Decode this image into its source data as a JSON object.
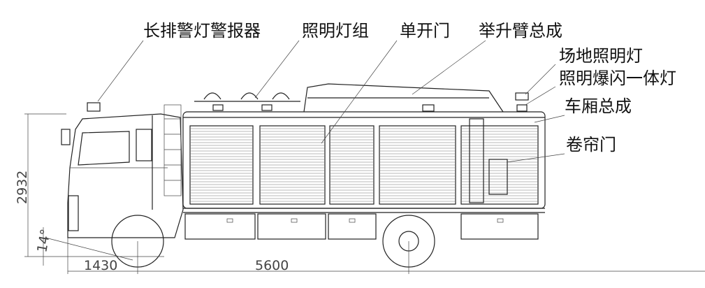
{
  "labels": {
    "warning_light": "长排警灯警报器",
    "light_group": "照明灯组",
    "single_door": "单开门",
    "lift_arm": "举升臂总成",
    "site_light": "场地照明灯",
    "strobe_light": "照明爆闪一体灯",
    "body_assembly": "车厢总成",
    "roller_door": "卷帘门"
  },
  "dimensions": {
    "height": "2932",
    "front_overhang": "1430",
    "wheelbase": "5600",
    "approach_angle": "14°"
  }
}
